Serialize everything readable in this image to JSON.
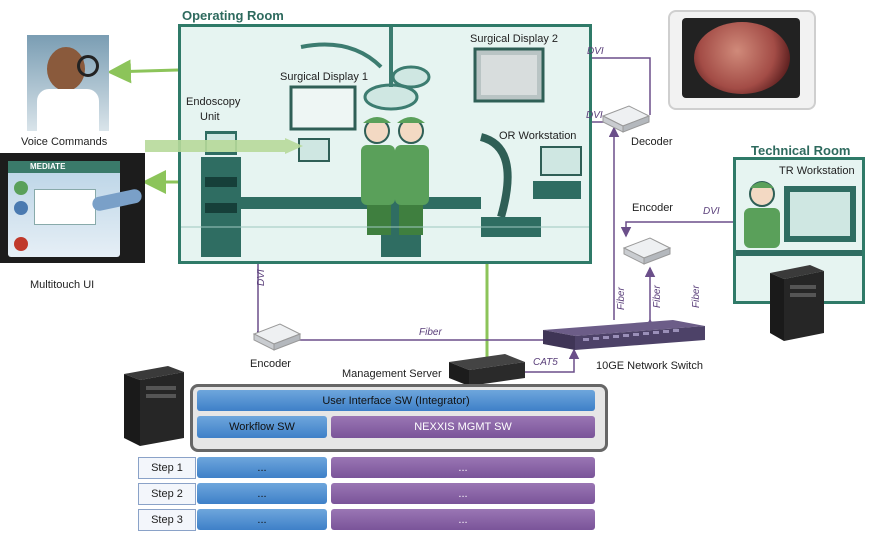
{
  "labels": {
    "operating_room": "Operating Room",
    "technical_room": "Technical Room",
    "surgical_display_1": "Surgical Display 1",
    "surgical_display_2": "Surgical Display 2",
    "endoscopy_unit_line1": "Endoscopy",
    "endoscopy_unit_line2": "Unit",
    "or_workstation": "OR Workstation",
    "decoder": "Decoder",
    "tr_workstation": "TR Workstation",
    "encoder_tr": "Encoder",
    "encoder_main": "Encoder",
    "management_server": "Management Server",
    "network_switch": "10GE Network  Switch",
    "voice_commands": "Voice Commands",
    "multitouch_ui": "Multitouch UI",
    "touchscreen_brand": "MEDIATE"
  },
  "links": {
    "dvi_top": "DVI",
    "dvi_mid": "DVI",
    "dvi_tr": "DVI",
    "dvi_vertical": "DVI",
    "fiber_h": "Fiber",
    "fiber_v1": "Fiber",
    "fiber_v2": "Fiber",
    "fiber_v3": "Fiber",
    "cat5": "CAT5"
  },
  "software": {
    "ui_sw": "User Interface SW (Integrator)",
    "workflow_sw": "Workflow SW",
    "nexxis_sw": "NEXXIS MGMT  SW"
  },
  "steps": [
    {
      "label": "Step 1",
      "workflow": "...",
      "nexxis": "..."
    },
    {
      "label": "Step 2",
      "workflow": "...",
      "nexxis": "..."
    },
    {
      "label": "Step 3",
      "workflow": "...",
      "nexxis": "..."
    }
  ],
  "colors": {
    "room_border": "#2f7a68",
    "green_link": "#8cc45a",
    "purple_link": "#6b4f8a",
    "blue_bar": "#4a88cc",
    "purple_bar": "#7a5499"
  }
}
